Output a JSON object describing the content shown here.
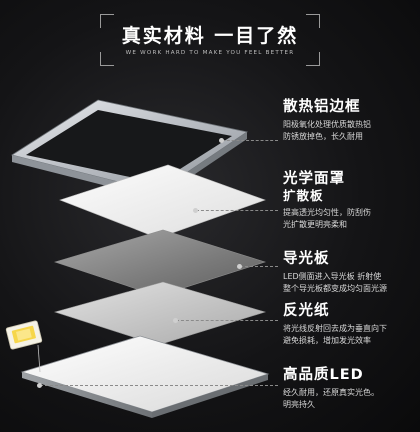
{
  "header": {
    "title": "真实材料 一目了然",
    "subtitle": "WE WORK HARD TO MAKE YOU FEEL BETTER"
  },
  "layers": [
    {
      "heading": "散热铝边框",
      "description": "阳极氧化处理优质散热铝\n防锈放掉色，长久耐用"
    },
    {
      "heading": "光学面罩",
      "subheading": "扩散板",
      "description": "提高透光均匀性，防刮伤\n光扩散更明亮柔和"
    },
    {
      "heading": "导光板",
      "description": "LED侧面进入导光板 折射使\n整个导光板都变成均匀面光源"
    },
    {
      "heading": "反光纸",
      "description": "将光线反射回去成为垂直向下\n避免损耗，增加发光效率"
    },
    {
      "heading": "高品质LED",
      "description": "经久耐用，还原真实光色。\n明亮持久"
    }
  ],
  "colors": {
    "background": "#141416",
    "text": "#ffffff",
    "description_text": "#d8d8d8",
    "leader_line": "#8a8a8a"
  }
}
